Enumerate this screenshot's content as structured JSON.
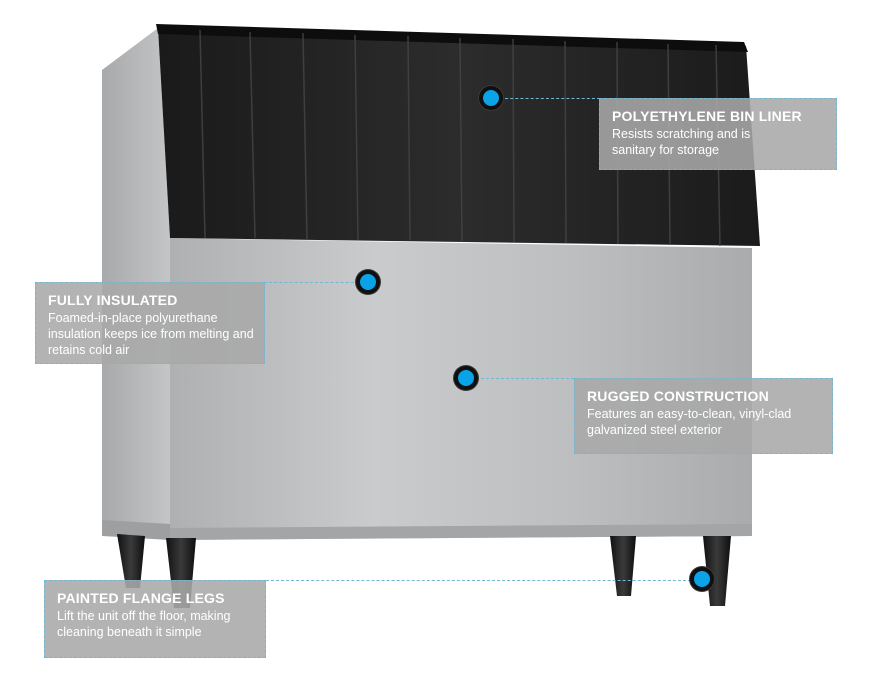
{
  "callouts": [
    {
      "id": "liner",
      "title": "POLYETHYLENE BIN LINER",
      "desc": "Resists scratching and is sanitary for storage"
    },
    {
      "id": "insulated",
      "title": "FULLY INSULATED",
      "desc": "Foamed-in-place polyurethane insulation keeps ice from melting and retains cold air"
    },
    {
      "id": "construction",
      "title": "RUGGED CONSTRUCTION",
      "desc": "Features an easy-to-clean, vinyl-clad galvanized steel exterior"
    },
    {
      "id": "legs",
      "title": "PAINTED FLANGE LEGS",
      "desc": "Lift the unit off the floor, making cleaning beneath it simple"
    }
  ],
  "colors": {
    "marker": "#0aa3e8",
    "leader_line": "#6fb8d6",
    "callout_bg": "#a8a8a8",
    "steel": "#b9bbbc",
    "liner": "#222222"
  }
}
